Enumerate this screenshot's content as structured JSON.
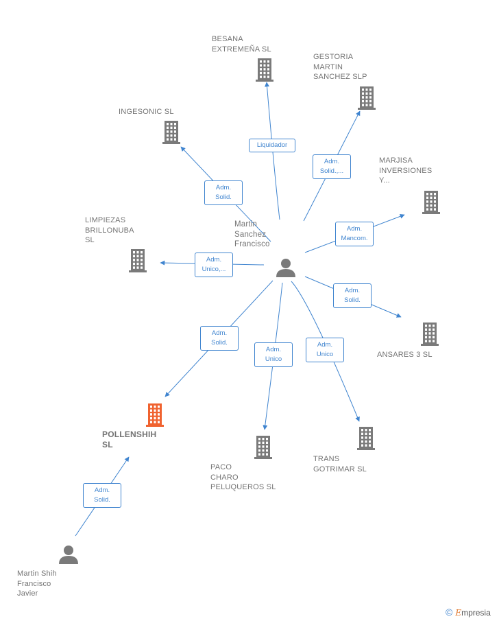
{
  "nodes": [
    {
      "id": "center",
      "label": "Martin\nSanchez\nFrancisco",
      "kind": "person"
    },
    {
      "id": "besana",
      "label": "BESANA\nEXTREMEÑA SL",
      "kind": "company"
    },
    {
      "id": "gestoria",
      "label": "GESTORIA\nMARTIN\nSANCHEZ SLP",
      "kind": "company"
    },
    {
      "id": "ingesonic",
      "label": "INGESONIC SL",
      "kind": "company"
    },
    {
      "id": "marjisa",
      "label": "MARJISA\nINVERSIONES\nY...",
      "kind": "company"
    },
    {
      "id": "limpiezas",
      "label": "LIMPIEZAS\nBRILLONUBA\nSL",
      "kind": "company"
    },
    {
      "id": "ansares",
      "label": "ANSARES 3 SL",
      "kind": "company"
    },
    {
      "id": "pollenshih",
      "label": "POLLENSHIH\nSL",
      "kind": "company",
      "focus": true
    },
    {
      "id": "paco",
      "label": "PACO\nCHARO\nPELUQUEROS SL",
      "kind": "company"
    },
    {
      "id": "trans",
      "label": "TRANS\nGOTRIMAR  SL",
      "kind": "company"
    },
    {
      "id": "shih",
      "label": "Martin Shih\nFrancisco\nJavier",
      "kind": "person"
    }
  ],
  "edges": [
    {
      "from": "center",
      "to": "besana",
      "label": "Liquidador"
    },
    {
      "from": "center",
      "to": "gestoria",
      "label": "Adm.\nSolid.,..."
    },
    {
      "from": "center",
      "to": "ingesonic",
      "label": "Adm.\nSolid."
    },
    {
      "from": "center",
      "to": "marjisa",
      "label": "Adm.\nMancom."
    },
    {
      "from": "center",
      "to": "limpiezas",
      "label": "Adm.\nUnico,..."
    },
    {
      "from": "center",
      "to": "ansares",
      "label": "Adm.\nSolid."
    },
    {
      "from": "center",
      "to": "pollenshih",
      "label": "Adm.\nSolid."
    },
    {
      "from": "center",
      "to": "paco",
      "label": "Adm.\nUnico"
    },
    {
      "from": "center",
      "to": "trans",
      "label": "Adm.\nUnico"
    },
    {
      "from": "shih",
      "to": "pollenshih",
      "label": "Adm.\nSolid."
    }
  ],
  "colors": {
    "edge": "#3f84cf",
    "icon": "#7a7a7a",
    "focus_icon": "#f0622f",
    "label": "#737373"
  },
  "brand": {
    "copyright": "©",
    "name": "mpresia",
    "initial": "E"
  }
}
